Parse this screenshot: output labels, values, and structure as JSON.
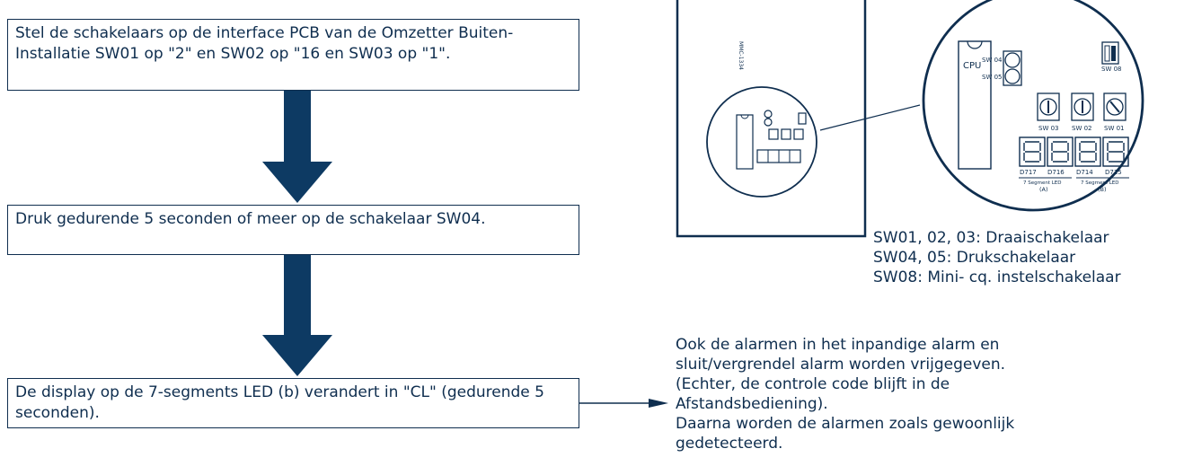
{
  "steps": [
    {
      "text": "Stel de schakelaars op de interface PCB van de Omzetter Buiten-Installatie SW01 op \"2\" en SW02 op \"16 en SW03 op \"1\"."
    },
    {
      "text": "Druk gedurende 5 seconden of meer op de schakelaar SW04."
    },
    {
      "text": "De display op de 7-segments LED (b) verandert in \"CL\" (gedurende 5 seconden)."
    }
  ],
  "board": {
    "code": "MMC-1334",
    "cpu": "CPU",
    "switches": {
      "sw04": "SW 04",
      "sw05": "SW 05",
      "sw08": "SW 08",
      "sw03": "SW 03",
      "sw02": "SW 02",
      "sw01": "SW 01"
    },
    "leds": {
      "d717": "D717",
      "d716": "D716",
      "d714": "D714",
      "d715": "D715"
    },
    "led_group_a": {
      "label": "7 Segment LED",
      "tag": "(A)"
    },
    "led_group_b": {
      "label": "7 Segment LED",
      "tag": "(B)"
    }
  },
  "legend": [
    "SW01, 02, 03:  Draaischakelaar",
    "SW04, 05:  Drukschakelaar",
    "SW08:  Mini- cq. instelschakelaar"
  ],
  "note": [
    "Ook de alarmen in het inpandige alarm en",
    "sluit/vergrendel alarm worden vrijgegeven.",
    "(Echter, de controle code blijft in de",
    "Afstandsbediening).",
    "Daarna worden de alarmen zoals gewoonlijk",
    "gedetecteerd."
  ],
  "colors": {
    "primary": "#0f2e4f",
    "arrow": "#0d3a63"
  }
}
